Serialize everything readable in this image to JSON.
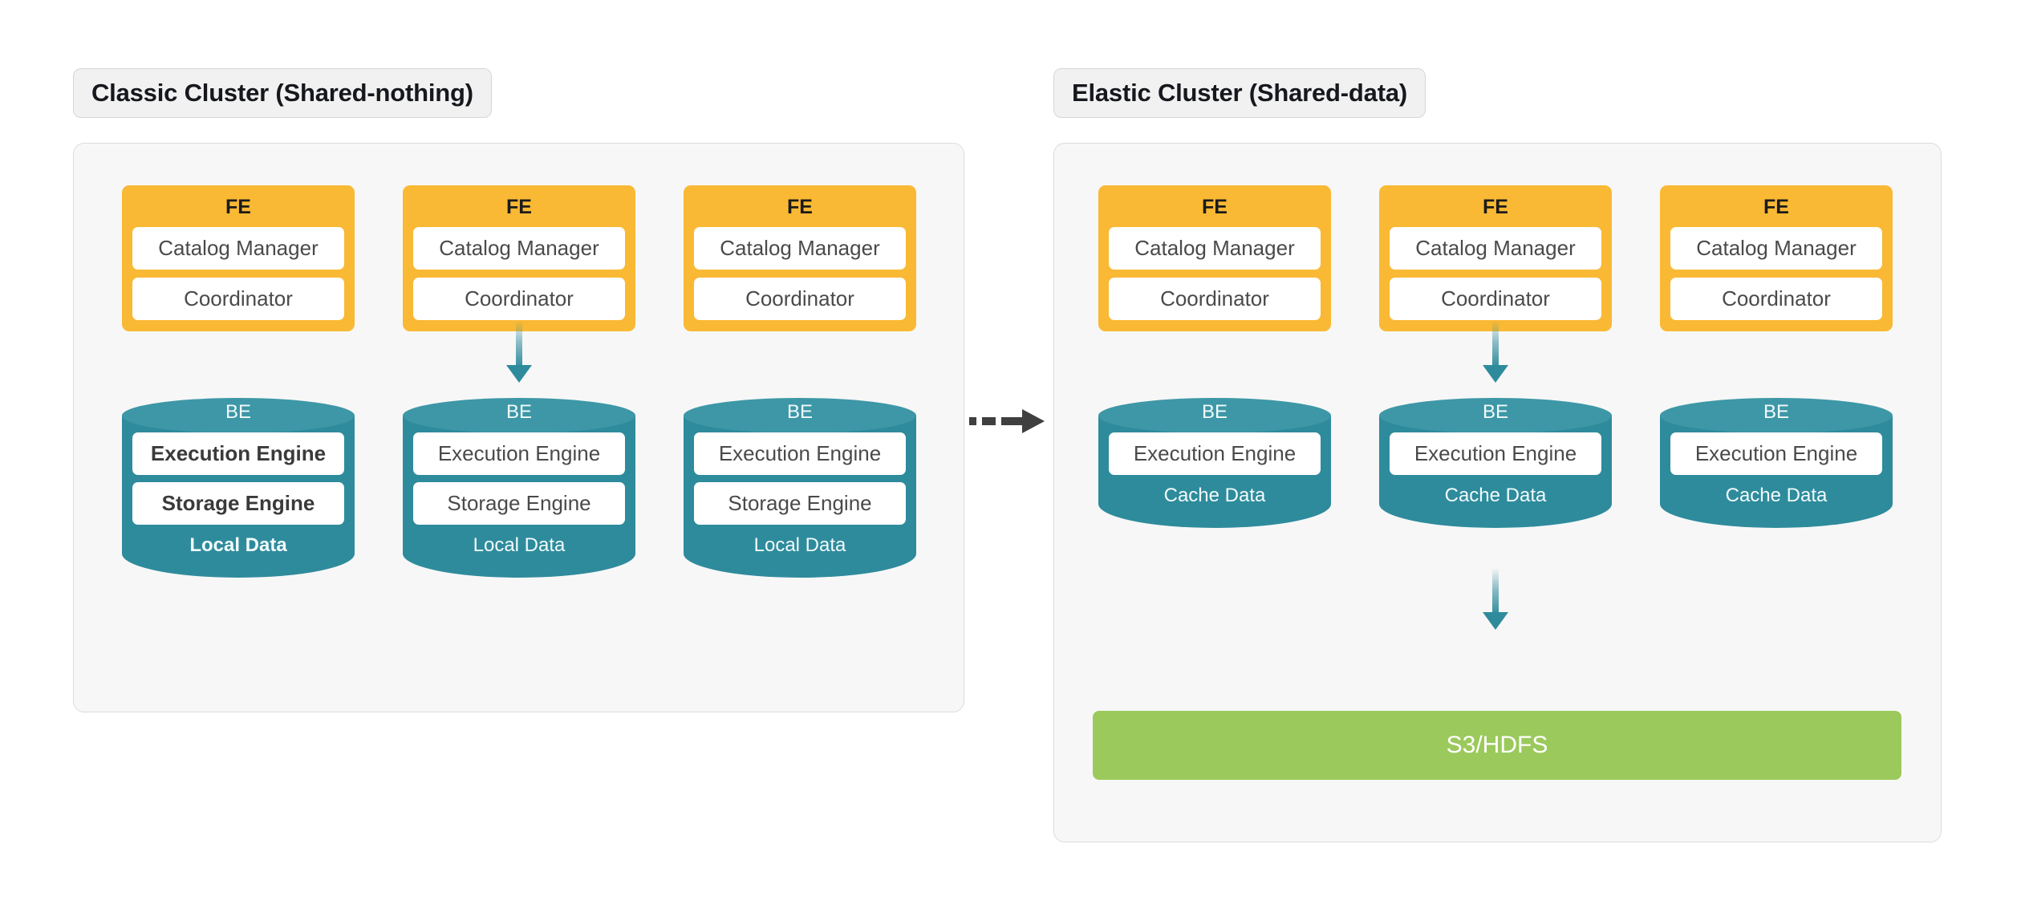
{
  "diagram": {
    "title_left": "Classic Cluster (Shared-nothing)",
    "title_right": "Elastic Cluster (Shared-data)",
    "transition_icon": "dashed-right-arrow-icon",
    "colors": {
      "fe": "#f9b934",
      "be_body": "#2e8b9c",
      "be_top": "#3d97a6",
      "storage": "#9bc95c",
      "panel_bg": "#f7f7f7",
      "panel_border": "#dcdcdc",
      "title_bg": "#f1f1f1",
      "arrow": "#2e8b9c",
      "dashed_arrow": "#3f3f3f"
    }
  },
  "classic": {
    "nodes": [
      {
        "fe": {
          "title": "FE",
          "components": [
            "Catalog Manager",
            "Coordinator"
          ]
        },
        "be": {
          "title": "BE",
          "components": [
            "Execution Engine",
            "Storage Engine"
          ],
          "footer": "Local Data",
          "emphasis": true
        },
        "has_arrow": false
      },
      {
        "fe": {
          "title": "FE",
          "components": [
            "Catalog Manager",
            "Coordinator"
          ]
        },
        "be": {
          "title": "BE",
          "components": [
            "Execution Engine",
            "Storage Engine"
          ],
          "footer": "Local Data",
          "emphasis": false
        },
        "has_arrow": true
      },
      {
        "fe": {
          "title": "FE",
          "components": [
            "Catalog Manager",
            "Coordinator"
          ]
        },
        "be": {
          "title": "BE",
          "components": [
            "Execution Engine",
            "Storage Engine"
          ],
          "footer": "Local Data",
          "emphasis": false
        },
        "has_arrow": false
      }
    ]
  },
  "elastic": {
    "nodes": [
      {
        "fe": {
          "title": "FE",
          "components": [
            "Catalog Manager",
            "Coordinator"
          ]
        },
        "be": {
          "title": "BE",
          "components": [
            "Execution Engine"
          ],
          "footer": "Cache Data",
          "emphasis": false
        },
        "has_arrow": false
      },
      {
        "fe": {
          "title": "FE",
          "components": [
            "Catalog Manager",
            "Coordinator"
          ]
        },
        "be": {
          "title": "BE",
          "components": [
            "Execution Engine"
          ],
          "footer": "Cache Data",
          "emphasis": false
        },
        "has_arrow": true
      },
      {
        "fe": {
          "title": "FE",
          "components": [
            "Catalog Manager",
            "Coordinator"
          ]
        },
        "be": {
          "title": "BE",
          "components": [
            "Execution Engine"
          ],
          "footer": "Cache Data",
          "emphasis": false
        },
        "has_arrow": false
      }
    ],
    "shared_storage": {
      "label": "S3/HDFS"
    }
  }
}
